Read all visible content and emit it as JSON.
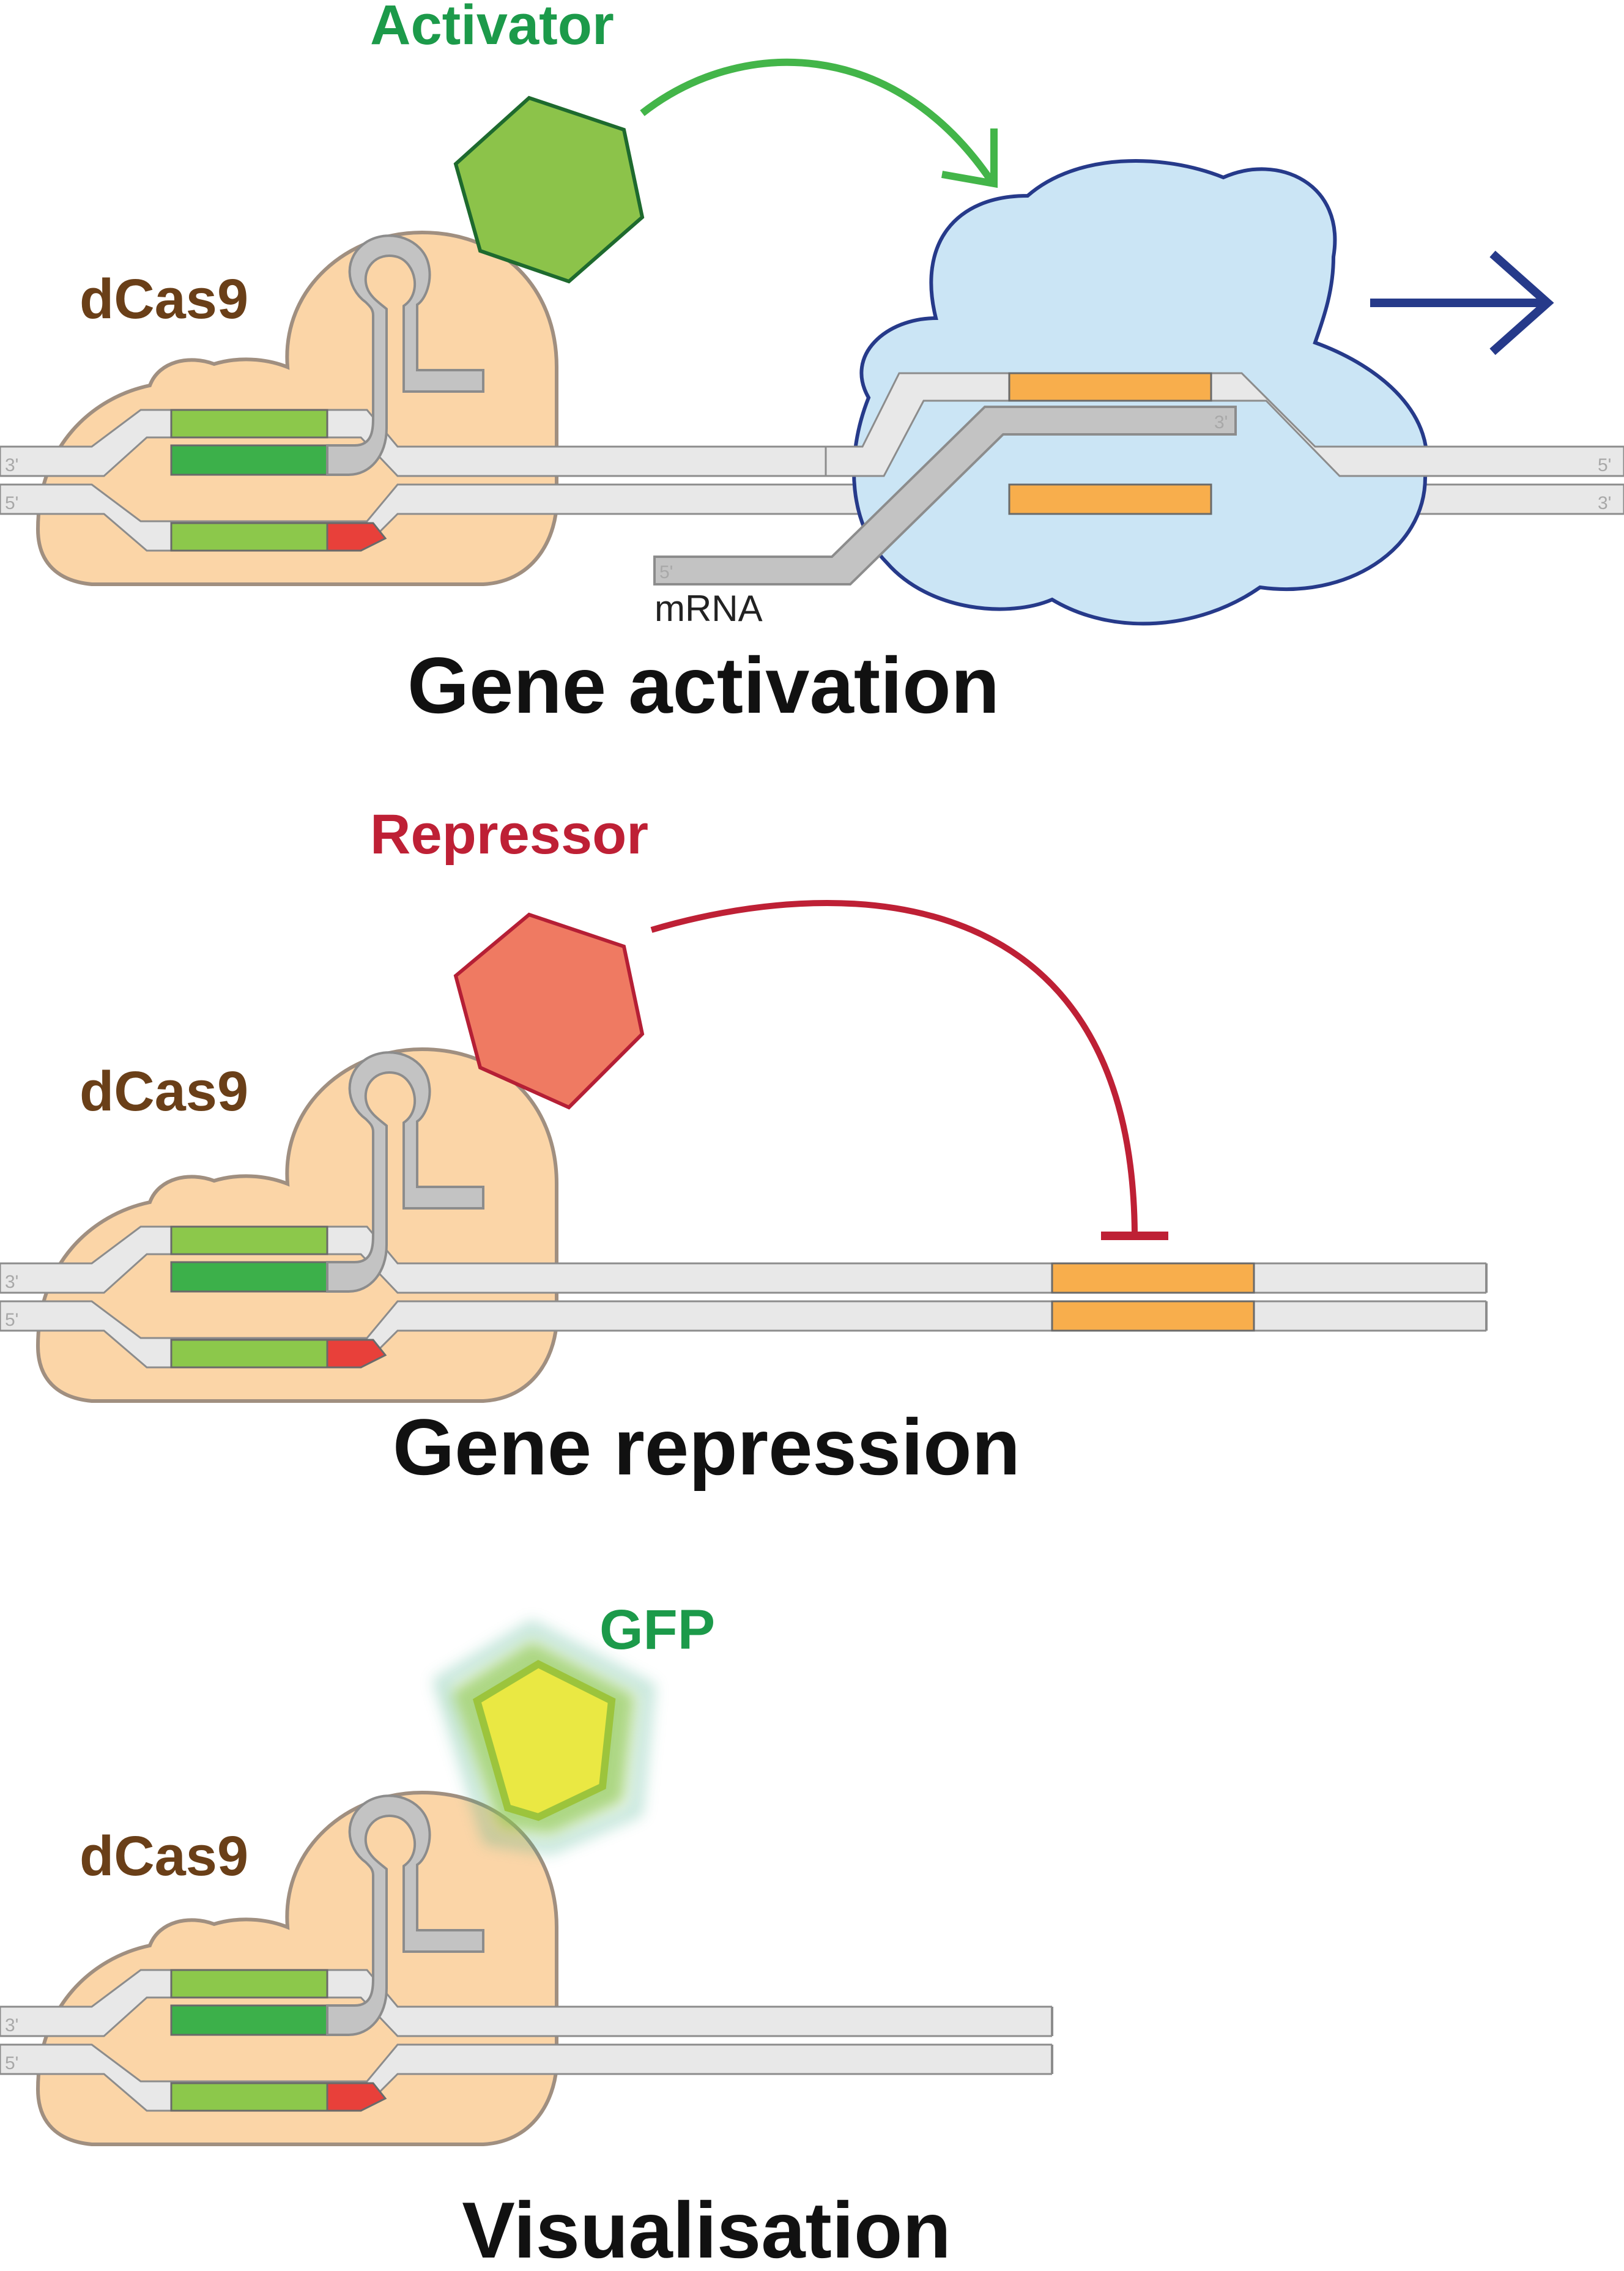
{
  "panels": [
    {
      "id": "activation",
      "effector_label": "Activator",
      "effector_color": "#8cc34a",
      "effector_stroke": "#1e6a2e",
      "label_color": "#1c9a4a",
      "protein_label": "dCas9",
      "caption": "Gene activation",
      "strand_top_left": "3'",
      "strand_bottom_left": "5'",
      "strand_top_right": "5'",
      "strand_bottom_right": "3'",
      "mrna_label": "mRNA",
      "mrna_start": "5'",
      "mrna_end": "3'"
    },
    {
      "id": "repression",
      "effector_label": "Repressor",
      "effector_color": "#ef7a62",
      "effector_stroke": "#b51f35",
      "label_color": "#be2035",
      "protein_label": "dCas9",
      "caption": "Gene repression",
      "strand_top_left": "3'",
      "strand_bottom_left": "5'"
    },
    {
      "id": "visualisation",
      "effector_label": "GFP",
      "effector_color": "#eae843",
      "label_color": "#1c9a4a",
      "protein_label": "dCas9",
      "caption": "Visualisation",
      "strand_top_left": "3'",
      "strand_bottom_left": "5'"
    }
  ],
  "colors": {
    "dcas9_fill": "#fbd5a7",
    "dcas9_stroke": "#a08f80",
    "dna_fill": "#e8e8e8",
    "dna_stroke": "#8c8c8c",
    "guide_rna": "#c3c3c3",
    "spacer_light": "#8cc84b",
    "spacer_dark": "#3cb04a",
    "pam": "#e8403a",
    "gene": "#f8ae4c",
    "polymerase_fill": "#cbe5f5",
    "polymerase_stroke": "#263a8a",
    "activation_arrow": "#43b549",
    "transcription_arrow": "#263a8a",
    "repression_bar": "#be2035",
    "protein_label": "#6a3f18"
  }
}
